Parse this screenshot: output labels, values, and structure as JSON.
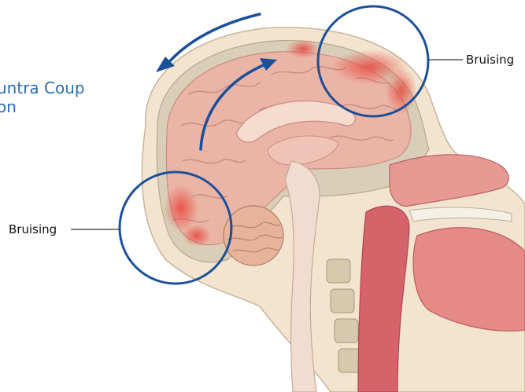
{
  "figure": {
    "title_line1": "untra Coup",
    "title_line2": "on",
    "labels": {
      "right": "Bruising",
      "left": "Bruising"
    },
    "colors": {
      "accent_blue": "#1c4f9a",
      "title_blue": "#2a6db2",
      "brain_pink": "#eab4a6",
      "bruise_red": "#e8453c",
      "skin": "#f3e4d0",
      "bone": "#d9cfb9",
      "airway_red": "#d7636a"
    }
  }
}
